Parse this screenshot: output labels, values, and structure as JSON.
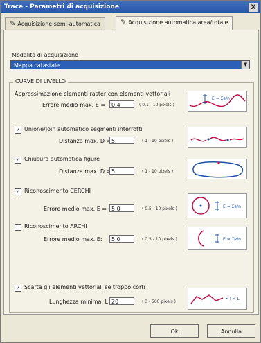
{
  "window": {
    "title": "Trace - Parametri di acquisizione",
    "close": "X"
  },
  "tabs": [
    {
      "label": "Acquisizione semi-automatica",
      "icon": "pen-icon"
    },
    {
      "label": "Acquisizione automatica area/totale",
      "icon": "pen-icon"
    }
  ],
  "mode": {
    "label": "Modalità di acquisizione",
    "selected": "Mappa catastale"
  },
  "group_title": "CURVE DI LIVELLO",
  "sections": {
    "approx": {
      "title": "Approssimazione elementi raster con elementi vettoriali",
      "field_label": "Errore medio max. E =",
      "value": "0.4",
      "range": "( 0.1 - 10 pixels )",
      "formula": "E = Σe/n"
    },
    "union": {
      "label": "Unione/Join automatico segmenti interrotti",
      "checked": "✓",
      "field_label": "Distanza max. D =",
      "value": "5",
      "range": "( 1 - 10 pixels )"
    },
    "closing": {
      "label": "Chiusura automatica figure",
      "checked": "✓",
      "field_label": "Distanza max. D =",
      "value": "5",
      "range": "( 1 - 10 pixels )"
    },
    "circles": {
      "label": "Riconoscimento CERCHI",
      "checked": "✓",
      "field_label": "Errore medio max. E =",
      "value": "5.0",
      "range": "( 0.5 - 10 pixels )",
      "formula": "E = Σe/n"
    },
    "arcs": {
      "label": "Riconoscimento ARCHI",
      "checked": "",
      "field_label": "Errore medio max. E:",
      "value": "5.0",
      "range": "( 0.5 - 10 pixels )",
      "formula": "E = Σe/n"
    },
    "discard": {
      "label": "Scarta gli elementi vettoriali se troppo corti",
      "checked": "✓",
      "field_label": "Lunghezza minima. L =",
      "value": "20",
      "range": "( 3 - 500 pixels )",
      "formula": "l < L"
    }
  },
  "buttons": {
    "ok": "Ok",
    "cancel": "Annulla"
  }
}
